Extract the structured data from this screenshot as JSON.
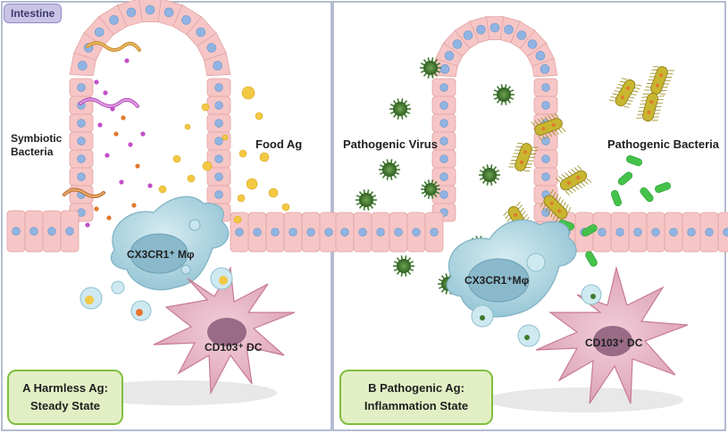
{
  "header_tag": "Intestine",
  "panel_a": {
    "bacteria_label_line1": "Symbiotic",
    "bacteria_label_line2": "Bacteria",
    "food_label": "Food Ag",
    "macrophage_label": "CX3CR1⁺ Mφ",
    "dc_label": "CD103⁺ DC",
    "state_line1": "A Harmless Ag:",
    "state_line2": "Steady State"
  },
  "panel_b": {
    "virus_label": "Pathogenic Virus",
    "bacteria_label": "Pathogenic Bacteria",
    "macrophage_label": "CX3CR1⁺Mφ",
    "dc_label": "CD103⁺ DC",
    "state_line1": "B Pathogenic Ag:",
    "state_line2": "Inflammation  State"
  },
  "colors": {
    "epithelium": "#f6c6c6",
    "nucleus": "#8fb4e3",
    "macrophage": "#b9dbe6",
    "dendritic_cell": "#e9b8c6",
    "virus": "#3f7a2e",
    "bacteria": "#c8b530",
    "state_box_fill": "#e2efc4",
    "state_box_border": "#7fbf3f",
    "header_fill": "#c9c4e6"
  }
}
